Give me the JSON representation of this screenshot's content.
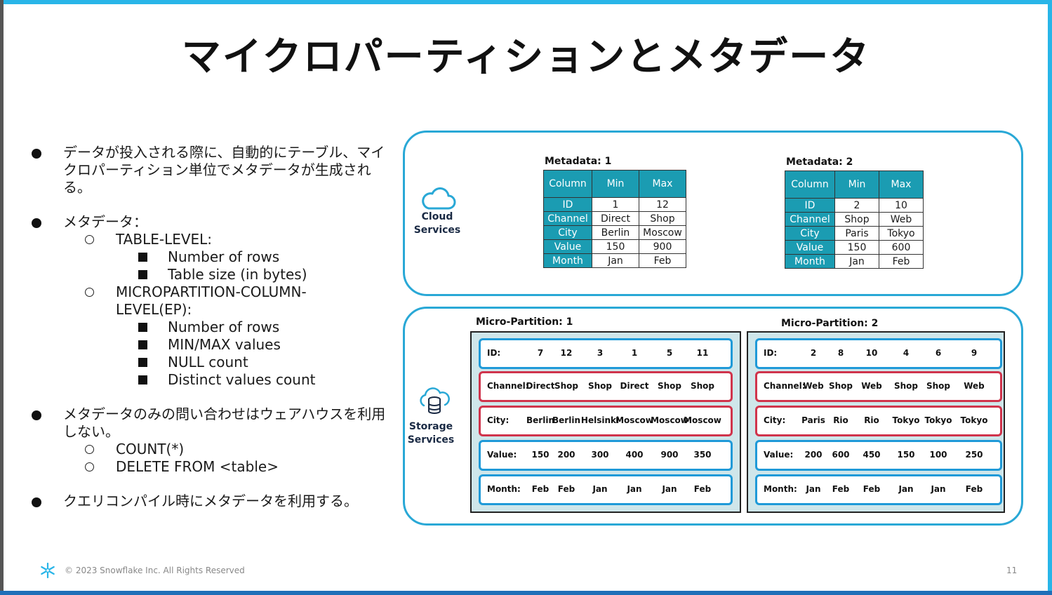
{
  "title": "マイクロパーティションとメタデータ",
  "bullets": [
    {
      "text": "データが投入される際に、自動的にテーブル、マイクロパーティション単位でメタデータが生成される。"
    },
    {
      "text": "メタデータ：",
      "sub": [
        {
          "text": "TABLE-LEVEL:",
          "items": [
            "Number of rows",
            "Table size (in bytes)"
          ]
        },
        {
          "text": "MICROPARTITION-COLUMN-LEVEL(EP):",
          "items": [
            "Number of rows",
            "MIN/MAX values",
            "NULL count",
            "Distinct values count"
          ]
        }
      ]
    },
    {
      "text": "メタデータのみの問い合わせはウェアハウスを利用しない。",
      "sub": [
        {
          "text": "COUNT(*)"
        },
        {
          "text": "DELETE FROM <table>"
        }
      ]
    },
    {
      "text": "クエリコンパイル時にメタデータを利用する。"
    }
  ],
  "cloud_services": {
    "line1": "Cloud",
    "line2": "Services"
  },
  "storage_services": {
    "line1": "Storage",
    "line2": "Services"
  },
  "metadata": [
    {
      "title": "Metadata: 1",
      "headers": [
        "Column",
        "Min",
        "Max"
      ],
      "rows": [
        [
          "ID",
          "1",
          "12"
        ],
        [
          "Channel",
          "Direct",
          "Shop"
        ],
        [
          "City",
          "Berlin",
          "Moscow"
        ],
        [
          "Value",
          "150",
          "900"
        ],
        [
          "Month",
          "Jan",
          "Feb"
        ]
      ]
    },
    {
      "title": "Metadata: 2",
      "headers": [
        "Column",
        "Min",
        "Max"
      ],
      "rows": [
        [
          "ID",
          "2",
          "10"
        ],
        [
          "Channel",
          "Shop",
          "Web"
        ],
        [
          "City",
          "Paris",
          "Tokyo"
        ],
        [
          "Value",
          "150",
          "600"
        ],
        [
          "Month",
          "Jan",
          "Feb"
        ]
      ]
    }
  ],
  "partitions": [
    {
      "title": "Micro-Partition: 1",
      "rows": [
        {
          "label": "ID:",
          "values": [
            "7",
            "12",
            "3",
            "1",
            "5",
            "11"
          ],
          "color": "blue"
        },
        {
          "label": "Channel:",
          "values": [
            "Direct",
            "Shop",
            "Shop",
            "Direct",
            "Shop",
            "Shop"
          ],
          "color": "red"
        },
        {
          "label": "City:",
          "values": [
            "Berlin",
            "Berlin",
            "Helsinki",
            "Moscow",
            "Moscow",
            "Moscow"
          ],
          "color": "red"
        },
        {
          "label": "Value:",
          "values": [
            "150",
            "200",
            "300",
            "400",
            "900",
            "350"
          ],
          "color": "blue"
        },
        {
          "label": "Month:",
          "values": [
            "Feb",
            "Feb",
            "Jan",
            "Jan",
            "Jan",
            "Feb"
          ],
          "color": "blue"
        }
      ]
    },
    {
      "title": "Micro-Partition: 2",
      "rows": [
        {
          "label": "ID:",
          "values": [
            "2",
            "8",
            "10",
            "4",
            "6",
            "9"
          ],
          "color": "blue"
        },
        {
          "label": "Channel:",
          "values": [
            "Web",
            "Shop",
            "Web",
            "Shop",
            "Shop",
            "Web"
          ],
          "color": "red"
        },
        {
          "label": "City:",
          "values": [
            "Paris",
            "Rio",
            "Rio",
            "Tokyo",
            "Tokyo",
            "Tokyo"
          ],
          "color": "red"
        },
        {
          "label": "Value:",
          "values": [
            "200",
            "600",
            "450",
            "150",
            "100",
            "250"
          ],
          "color": "blue"
        },
        {
          "label": "Month:",
          "values": [
            "Jan",
            "Feb",
            "Feb",
            "Jan",
            "Jan",
            "Feb"
          ],
          "color": "blue"
        }
      ]
    }
  ],
  "footer": {
    "copyright": "© 2023 Snowflake Inc. All Rights Reserved",
    "page": "11"
  },
  "icons": {
    "cloud": "cloud-icon",
    "database": "database-icon",
    "logo": "snowflake-logo-icon"
  },
  "colors": {
    "accent": "#29b5e8",
    "table_header": "#1b9cb2",
    "row_blue": "#1f9ad8",
    "row_red": "#d0344c",
    "partition_bg": "#cfe6ea"
  }
}
